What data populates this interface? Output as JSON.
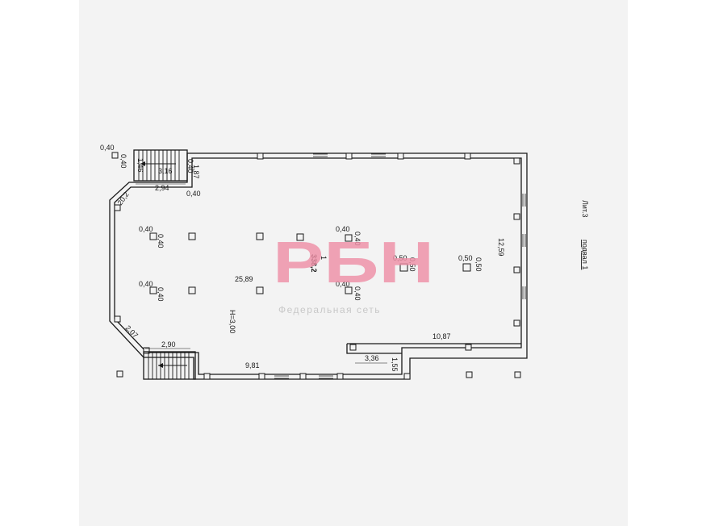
{
  "plan": {
    "sheet_label": "Лит.3",
    "floor_label": "подвал 1",
    "room_number": "1",
    "room_area": "338,2",
    "height_label": "H=3,00",
    "dims": {
      "top_stair_depth": "1,46",
      "top_stair_width": "3,16",
      "top_right_side": "1,87",
      "under_top_stair": "2,94",
      "diagonal_upper": "20,2",
      "left_wall": "25,89",
      "diagonal_lower": "2,07",
      "bottom_stair_width": "2,90",
      "bottom_wall": "9,81",
      "notch_width": "3,36",
      "notch_depth": "1,55",
      "right_lower": "10,87",
      "right_wall": "12,59"
    },
    "columns": {
      "c040": "0,40",
      "c050": "0,50"
    }
  },
  "watermark": {
    "logo": "РБН",
    "tagline": "Федеральная сеть"
  },
  "colors": {
    "line": "#1a1a1a",
    "watermark_pink": "#ee8fa6",
    "paper": "#f3f3f3"
  }
}
